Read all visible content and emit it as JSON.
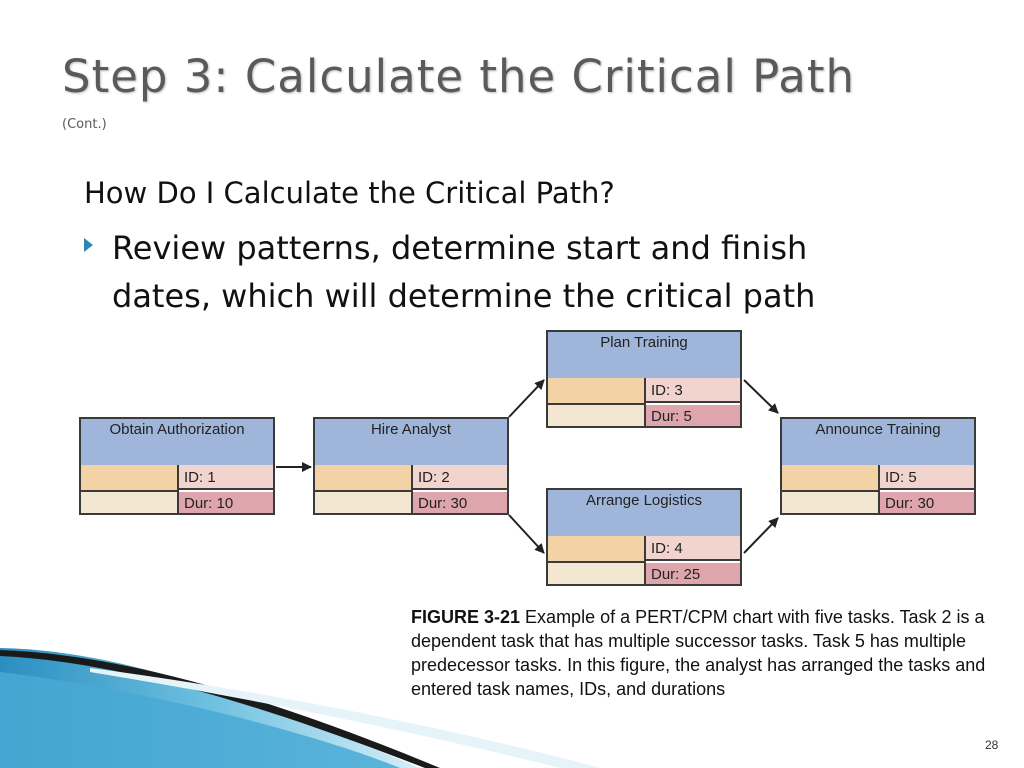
{
  "slide": {
    "title": "Step 3: Calculate the Critical Path",
    "subtitle": "(Cont.)",
    "heading": "How Do I Calculate the Critical Path?",
    "bullet": "Review patterns, determine start and finish dates, which will determine the critical path",
    "page_number": "28"
  },
  "diagram": {
    "tasks": [
      {
        "name": "Obtain Authorization",
        "id": "ID: 1",
        "dur": "Dur: 10"
      },
      {
        "name": "Hire Analyst",
        "id": "ID: 2",
        "dur": "Dur: 30"
      },
      {
        "name": "Plan Training",
        "id": "ID: 3",
        "dur": "Dur: 5"
      },
      {
        "name": "Arrange Logistics",
        "id": "ID: 4",
        "dur": "Dur: 25"
      },
      {
        "name": "Announce Training",
        "id": "ID: 5",
        "dur": "Dur: 30"
      }
    ],
    "edges": [
      {
        "from": "ID: 1",
        "to": "ID: 2"
      },
      {
        "from": "ID: 2",
        "to": "ID: 3"
      },
      {
        "from": "ID: 2",
        "to": "ID: 4"
      },
      {
        "from": "ID: 3",
        "to": "ID: 5"
      },
      {
        "from": "ID: 4",
        "to": "ID: 5"
      }
    ]
  },
  "caption": {
    "label": "FIGURE 3-21",
    "text": "Example of a PERT/CPM chart with five tasks. Task 2 is a dependent task that has multiple successor tasks. Task 5 has multiple predecessor tasks. In this figure, the analyst has arranged the tasks and entered task names, IDs, and durations"
  },
  "colors": {
    "header": "#9fb6da",
    "accent": "#2e86b8"
  }
}
